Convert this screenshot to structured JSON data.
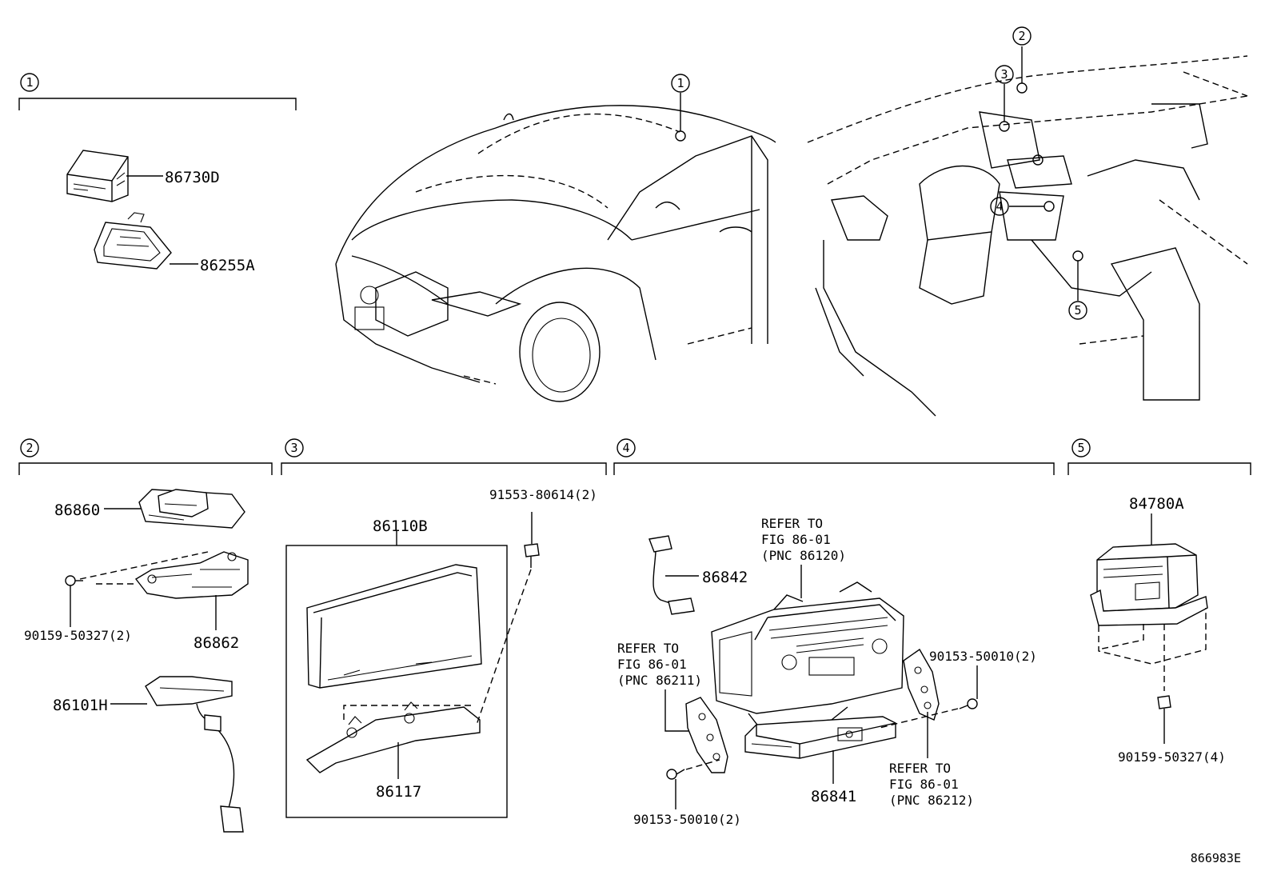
{
  "callouts": {
    "c1": "1",
    "c2": "2",
    "c3": "3",
    "c4": "4",
    "c5": "5"
  },
  "parts": {
    "p86730D": "86730D",
    "p86255A": "86255A",
    "p86860": "86860",
    "p90159_2": "90159-50327(2)",
    "p86862": "86862",
    "p86101H": "86101H",
    "p86110B": "86110B",
    "p91553": "91553-80614(2)",
    "p86117": "86117",
    "p86842": "86842",
    "p90153_top": "90153-50010(2)",
    "p90153_bottom": "90153-50010(2)",
    "p86841": "86841",
    "p84780A": "84780A",
    "p90159_4": "90159-50327(4)"
  },
  "refers": {
    "r86120": [
      "REFER TO",
      "FIG 86-01",
      "(PNC 86120)"
    ],
    "r86211": [
      "REFER TO",
      "FIG 86-01",
      "(PNC 86211)"
    ],
    "r86212": [
      "REFER TO",
      "FIG 86-01",
      "(PNC 86212)"
    ]
  },
  "figure_id": "866983E"
}
